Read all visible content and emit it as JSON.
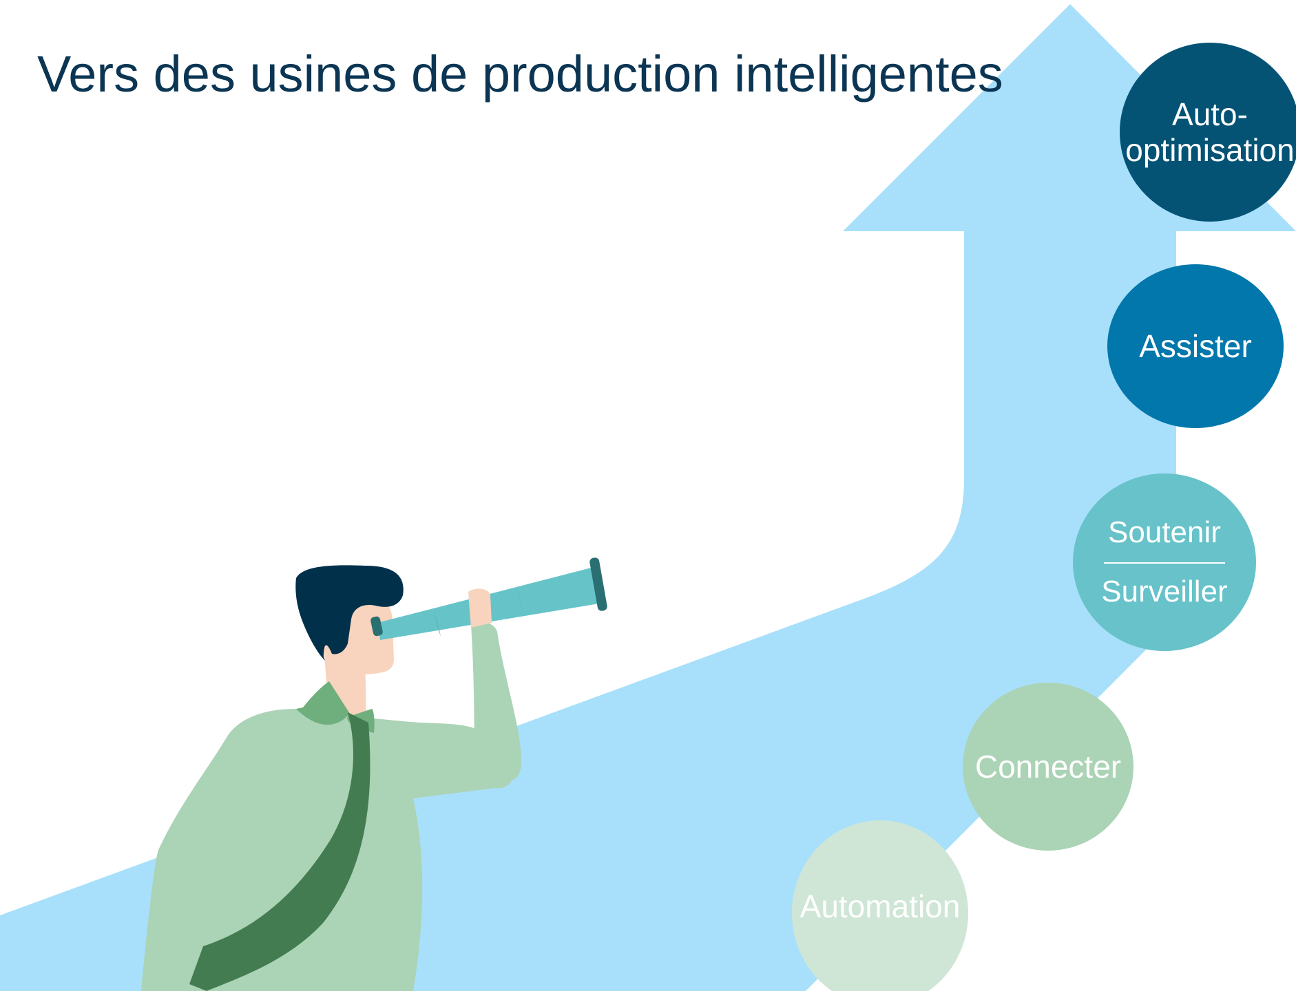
{
  "title": "Vers des usines de production intelligentes",
  "stages": [
    {
      "id": "auto-optimisation",
      "lines": [
        "Auto-",
        "optimisation"
      ],
      "color": "#045375"
    },
    {
      "id": "assister",
      "label": "Assister",
      "color": "#0277ab"
    },
    {
      "id": "soutenir-surveiller",
      "top": "Soutenir",
      "bottom": "Surveiller",
      "color": "#67c2c9"
    },
    {
      "id": "connecter",
      "label": "Connecter",
      "color": "#abd3b5"
    },
    {
      "id": "automation",
      "label": "Automation",
      "color": "#cfe6d6"
    }
  ],
  "colors": {
    "arrow": "#a8e0fb",
    "title": "#0b3553",
    "shirt": "#abd3b5",
    "tie": "#437c51",
    "collar": "#6faf7e",
    "skin": "#f8d3bd",
    "hair": "#01304b",
    "telescope": "#66c4c9",
    "telescope_dark": "#2a6f72"
  },
  "icons": [
    "rising-arrow",
    "man-with-telescope-illustration",
    "telescope-icon"
  ]
}
